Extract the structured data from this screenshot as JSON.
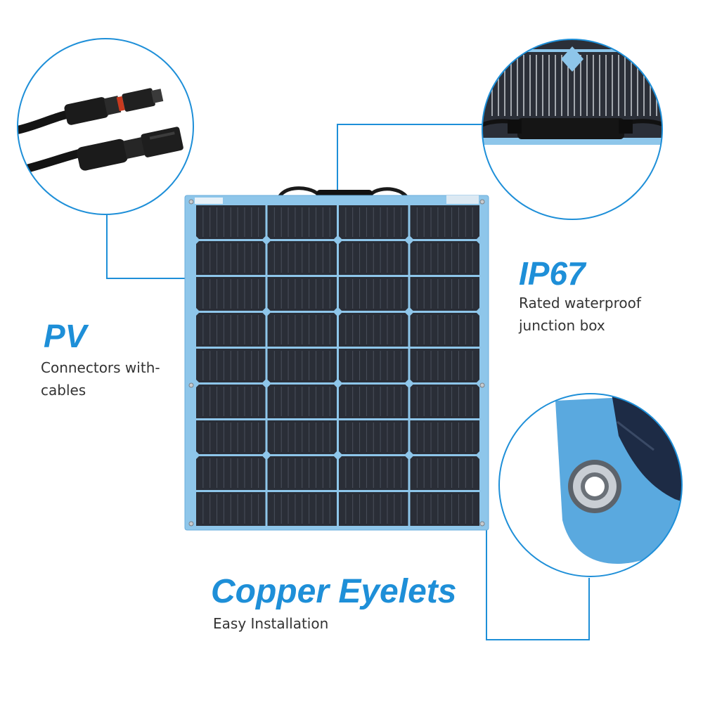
{
  "accent_color": "#1e8fd8",
  "panel": {
    "frame_color": "#8ec6ea",
    "cell_color": "#2a2e37",
    "rows": 9,
    "columns": 4
  },
  "callouts": {
    "pv": {
      "title": "PV",
      "lines": [
        "Connectors with-",
        "cables"
      ]
    },
    "ip67": {
      "title": "IP67",
      "lines": [
        "Rated waterproof",
        "junction box"
      ]
    },
    "copper": {
      "title": "Copper Eyelets",
      "lines": [
        "Easy Installation"
      ]
    }
  }
}
